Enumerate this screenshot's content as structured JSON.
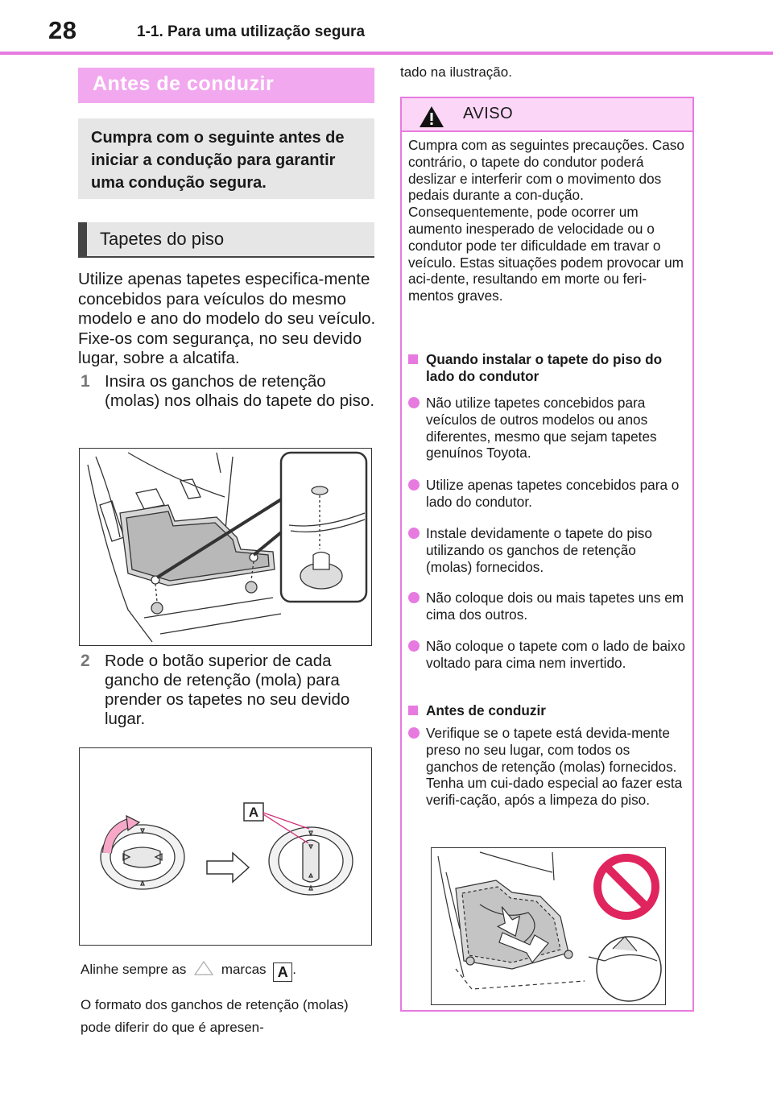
{
  "header": {
    "page_number": "28",
    "section": "1-1. Para uma utilização segura"
  },
  "left": {
    "section_title": "Antes de conduzir",
    "intro": "Cumpra com o seguinte antes de iniciar a condução para garantir uma condução segura.",
    "subsection_title": "Tapetes do piso",
    "floor_mats_text": "Utilize apenas tapetes especifica-mente concebidos para veículos do mesmo modelo e ano do modelo do seu veículo. Fixe-os com segurança, no seu devido lugar, sobre a alcatifa.",
    "steps": [
      {
        "num": "1",
        "text": "Insira os ganchos de retenção (molas) nos olhais do tapete do piso."
      },
      {
        "num": "2",
        "text": "Rode o botão superior de cada gancho de retenção (mola) para prender os tapetes no seu devido lugar."
      }
    ],
    "align_prefix": "Alinhe sempre as",
    "align_middle": "marcas",
    "align_letter": "A",
    "align_suffix": ".",
    "figure2_callout": "A",
    "shape_text": "O formato dos ganchos de retenção (molas) pode diferir do que é apresen-"
  },
  "right": {
    "continuation": "tado na ilustração.",
    "warning": {
      "title": "AVISO",
      "intro": "Cumpra com as seguintes precauções. Caso contrário, o tapete do condutor poderá deslizar e interferir com o movimento dos pedais durante a con-dução. Consequentemente, pode ocorrer um aumento inesperado de velocidade ou o condutor pode ter dificuldade em travar o veículo. Estas situações podem provocar um aci-dente, resultando em morte ou feri-mentos graves.",
      "heading1": "Quando instalar o tapete do piso do lado do condutor",
      "bullets1": [
        "Não utilize tapetes concebidos para veículos de outros modelos ou anos diferentes, mesmo que sejam tapetes genuínos Toyota.",
        "Utilize apenas tapetes concebidos para o lado do condutor.",
        "Instale devidamente o tapete do piso utilizando os ganchos de retenção (molas) fornecidos.",
        "Não coloque dois ou mais tapetes uns em cima dos outros.",
        " Não coloque o tapete com o lado de baixo voltado para cima nem invertido."
      ],
      "heading2": "Antes de conduzir",
      "bullets2": [
        "Verifique se o tapete está devida-mente preso no seu lugar, com todos os ganchos de retenção (molas) fornecidos. Tenha um cui-dado especial ao fazer esta verifi-cação, após a limpeza do piso."
      ]
    }
  },
  "colors": {
    "accent": "#e77ae0",
    "title_bg": "#f2a8ee",
    "warning_head_bg": "#fbd6f6",
    "gray_box": "#e6e6e6",
    "prohibit_red": "#e0245e"
  }
}
